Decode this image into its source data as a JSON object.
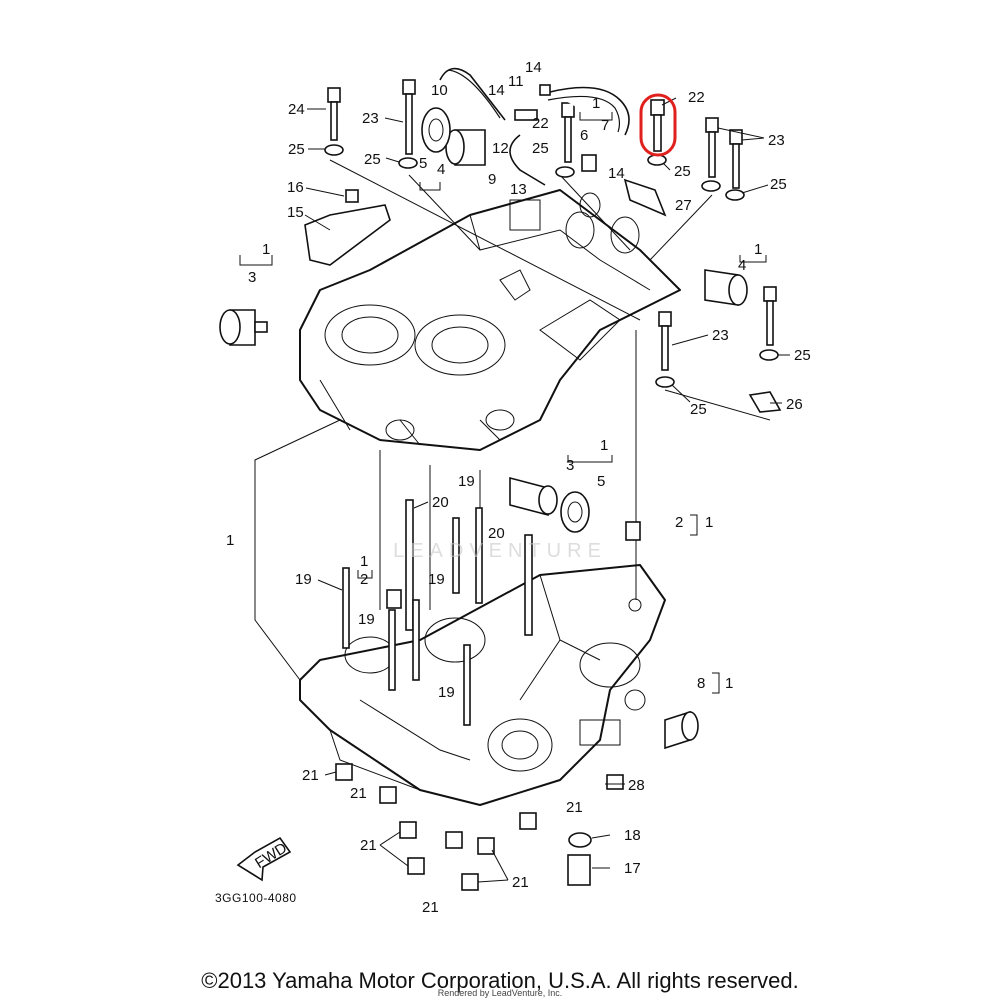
{
  "diagram": {
    "callouts": [
      "1",
      "2",
      "3",
      "4",
      "5",
      "6",
      "7",
      "8",
      "9",
      "10",
      "11",
      "12",
      "13",
      "14",
      "15",
      "16",
      "17",
      "18",
      "19",
      "20",
      "21",
      "22",
      "23",
      "24",
      "25",
      "26",
      "27",
      "28"
    ],
    "labels": {
      "c24": "24",
      "c23a": "23",
      "c25a": "25",
      "c25b": "25",
      "c10": "10",
      "c11": "11",
      "c14a": "14",
      "c14b": "14",
      "c14c": "14",
      "c12": "12",
      "c9": "9",
      "c13": "13",
      "c22a": "22",
      "c22b": "22",
      "c25c": "25",
      "c1a": "1",
      "c7": "7",
      "c6": "6",
      "c25d": "25",
      "c23b": "23",
      "c25e": "25",
      "c27": "27",
      "c16": "16",
      "c15": "15",
      "c5a": "5",
      "c4a": "4",
      "c1b": "1",
      "c3a": "3",
      "c1c": "1",
      "c4b": "4",
      "c23c": "23",
      "c25f": "25",
      "c26": "26",
      "c25g": "25",
      "c1d": "1",
      "c3b": "3",
      "c5b": "5",
      "c19a": "19",
      "c20a": "20",
      "c2a": "2",
      "c1e": "1",
      "c1f": "1",
      "c20b": "20",
      "c1g": "1",
      "c2b": "2",
      "c19b": "19",
      "c19c": "19",
      "c19d": "19",
      "c19e": "19",
      "c8": "8",
      "c1h": "1",
      "c21a": "21",
      "c21b": "21",
      "c28": "28",
      "c21c": "21",
      "c18": "18",
      "c21d": "21",
      "c17": "17",
      "c21e": "21",
      "c21f": "21"
    },
    "fwd_label": "FWD",
    "drawing_code": "3GG100-4080",
    "highlight_callout": "22",
    "highlight_color": "#e0201c"
  },
  "watermark": "LEADVENTURE",
  "copyright": "©2013 Yamaha Motor Corporation, U.S.A. All rights reserved.",
  "rendered_by": "Rendered by LeadVenture, Inc."
}
